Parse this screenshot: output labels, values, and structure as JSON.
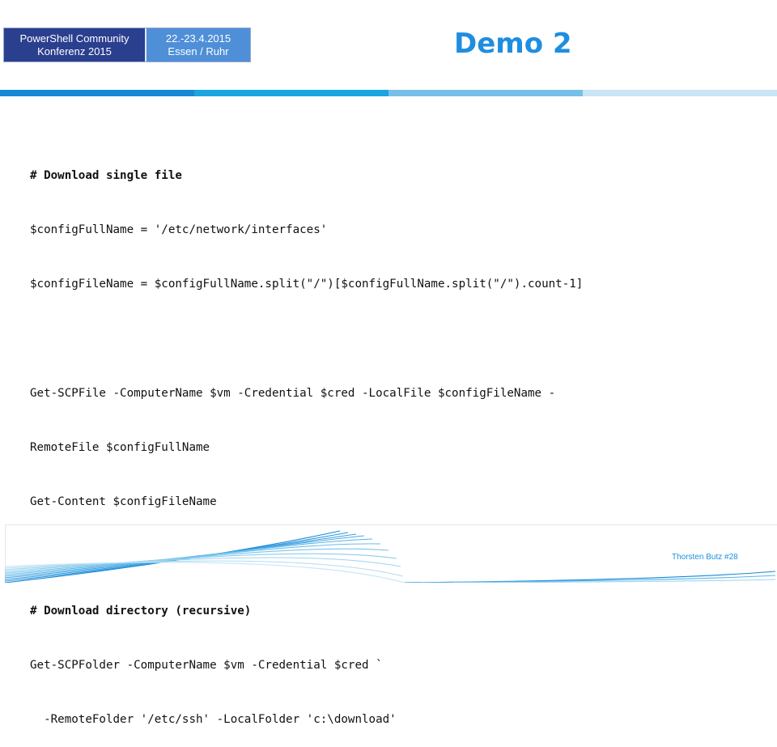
{
  "logo": {
    "left_line1": "PowerShell Community",
    "left_line2": "Konferenz 2015",
    "right_line1": "22.-23.4.2015",
    "right_line2": "Essen / Ruhr"
  },
  "title": "Demo 2",
  "code_lines": [
    {
      "text": "# Download single file",
      "bold": true
    },
    {
      "text": "$configFullName = '/etc/network/interfaces'",
      "bold": false
    },
    {
      "text": "$configFileName = $configFullName.split(\"/\")[$configFullName.split(\"/\").count-1]",
      "bold": false
    },
    {
      "text": "",
      "bold": false
    },
    {
      "text": "Get-SCPFile -ComputerName $vm -Credential $cred -LocalFile $configFileName -",
      "bold": false
    },
    {
      "text": "RemoteFile $configFullName",
      "bold": false
    },
    {
      "text": "Get-Content $configFileName",
      "bold": false
    },
    {
      "text": "",
      "bold": false
    },
    {
      "text": "# Download directory (recursive)",
      "bold": true
    },
    {
      "text": "Get-SCPFolder -ComputerName $vm -Credential $cred `",
      "bold": false
    },
    {
      "text": "  -RemoteFolder '/etc/ssh' -LocalFolder 'c:\\download'",
      "bold": false
    }
  ],
  "footer": {
    "text": "Thorsten Butz #28"
  },
  "colors": {
    "accent": "#1e8ee0",
    "logo_dark": "#2b3f8f",
    "logo_light": "#4f8fd8"
  }
}
